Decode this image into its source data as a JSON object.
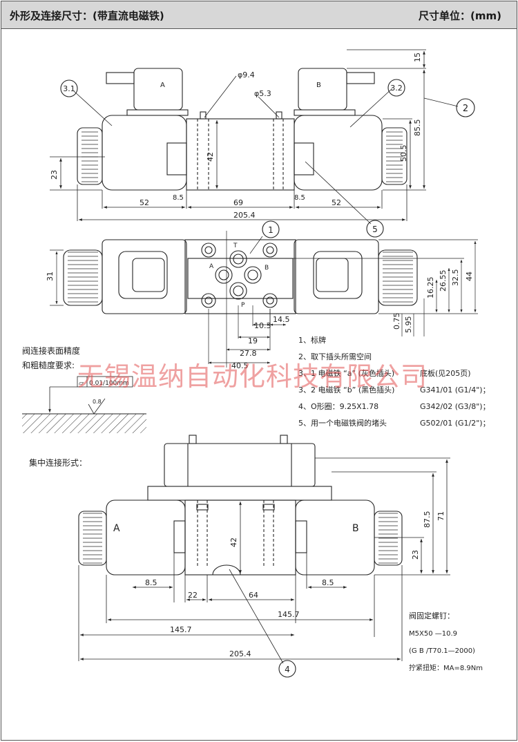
{
  "header": {
    "title": "外形及连接尺寸：(带直流电磁铁)",
    "unit": "尺寸单位：(mm)"
  },
  "top_view": {
    "callouts": [
      "3.1",
      "3.2",
      "2",
      "5",
      "1"
    ],
    "coil_a": "A",
    "coil_b": "B",
    "phi_large": "φ9.4",
    "phi_small": "φ5.3",
    "dims": {
      "d15": "15",
      "d85_5": "85.5",
      "d50_5": "50.5",
      "d23": "23",
      "d42": "42",
      "d8_5_left": "8.5",
      "d8_5_right": "8.5",
      "d52_left": "52",
      "d69": "69",
      "d52_right": "52",
      "d205_4": "205.4"
    }
  },
  "mid_view": {
    "ports": {
      "t": "T",
      "a": "A",
      "b": "B",
      "p": "P"
    },
    "dims": {
      "d31": "31",
      "d44": "44",
      "d32_5": "32.5",
      "d26_55": "26.55",
      "d16_25": "16.25",
      "d0_75": "0.75",
      "d5_95": "5.95",
      "d10_3": "10.3",
      "d14_5": "14.5",
      "d19": "19",
      "d27_8": "27.8",
      "d40_5": "40.5"
    }
  },
  "surface": {
    "line1": "阀连接表面精度",
    "line2": "和粗糙度要求:",
    "flatness": "0.01/100mm",
    "roughness": "0.8"
  },
  "notes": {
    "n1": "1、标牌",
    "n2": "2、取下插头所需空间",
    "n3": "3、1 电磁铁 “a” (灰色插头)",
    "n3b": "底板(见205页)",
    "n4": "3、2 电磁铁 “b” (黑色插头)",
    "n4b": "G341/01 (G1/4\")；",
    "n5": "4、O形圈：9.25X1.78",
    "n5b": "G342/02 (G3/8\")；",
    "n6": "5、用一个电磁铁阀的堵头",
    "n6b": "G502/01 (G1/2\")；"
  },
  "watermark": "无锡温纳自动化科技有限公司",
  "bottom_view": {
    "title": "集中连接形式：",
    "label_a": "A",
    "label_b": "B",
    "callout": "4",
    "dims": {
      "d71": "71",
      "d87_5": "87.5",
      "d23": "23",
      "d42": "42",
      "d8_5_left": "8.5",
      "d8_5_right": "8.5",
      "d22": "22",
      "d64": "64",
      "d145_7_a": "145.7",
      "d145_7_b": "145.7",
      "d205_4": "205.4"
    },
    "screw": {
      "l1": "阀固定螺钉：",
      "l2": "M5X50 —10.9",
      "l3": "(G B /T70.1—2000)",
      "l4": "拧紧扭矩：MA=8.9Nm"
    }
  }
}
